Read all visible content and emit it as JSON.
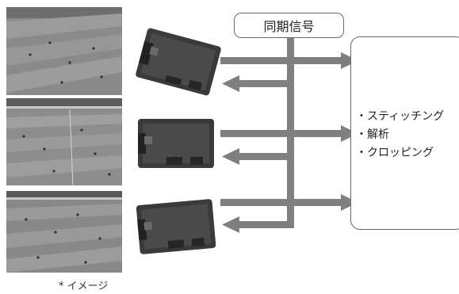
{
  "sync_box": {
    "label": "同期信号"
  },
  "processing": {
    "items": [
      "・スティッチング",
      "・解析",
      "・クロッピング"
    ]
  },
  "caption": "* イメージ",
  "colors": {
    "arrow": "#7f7f7f",
    "box_border": "#6a6a6a",
    "camera_body": "#3a3a3a"
  }
}
